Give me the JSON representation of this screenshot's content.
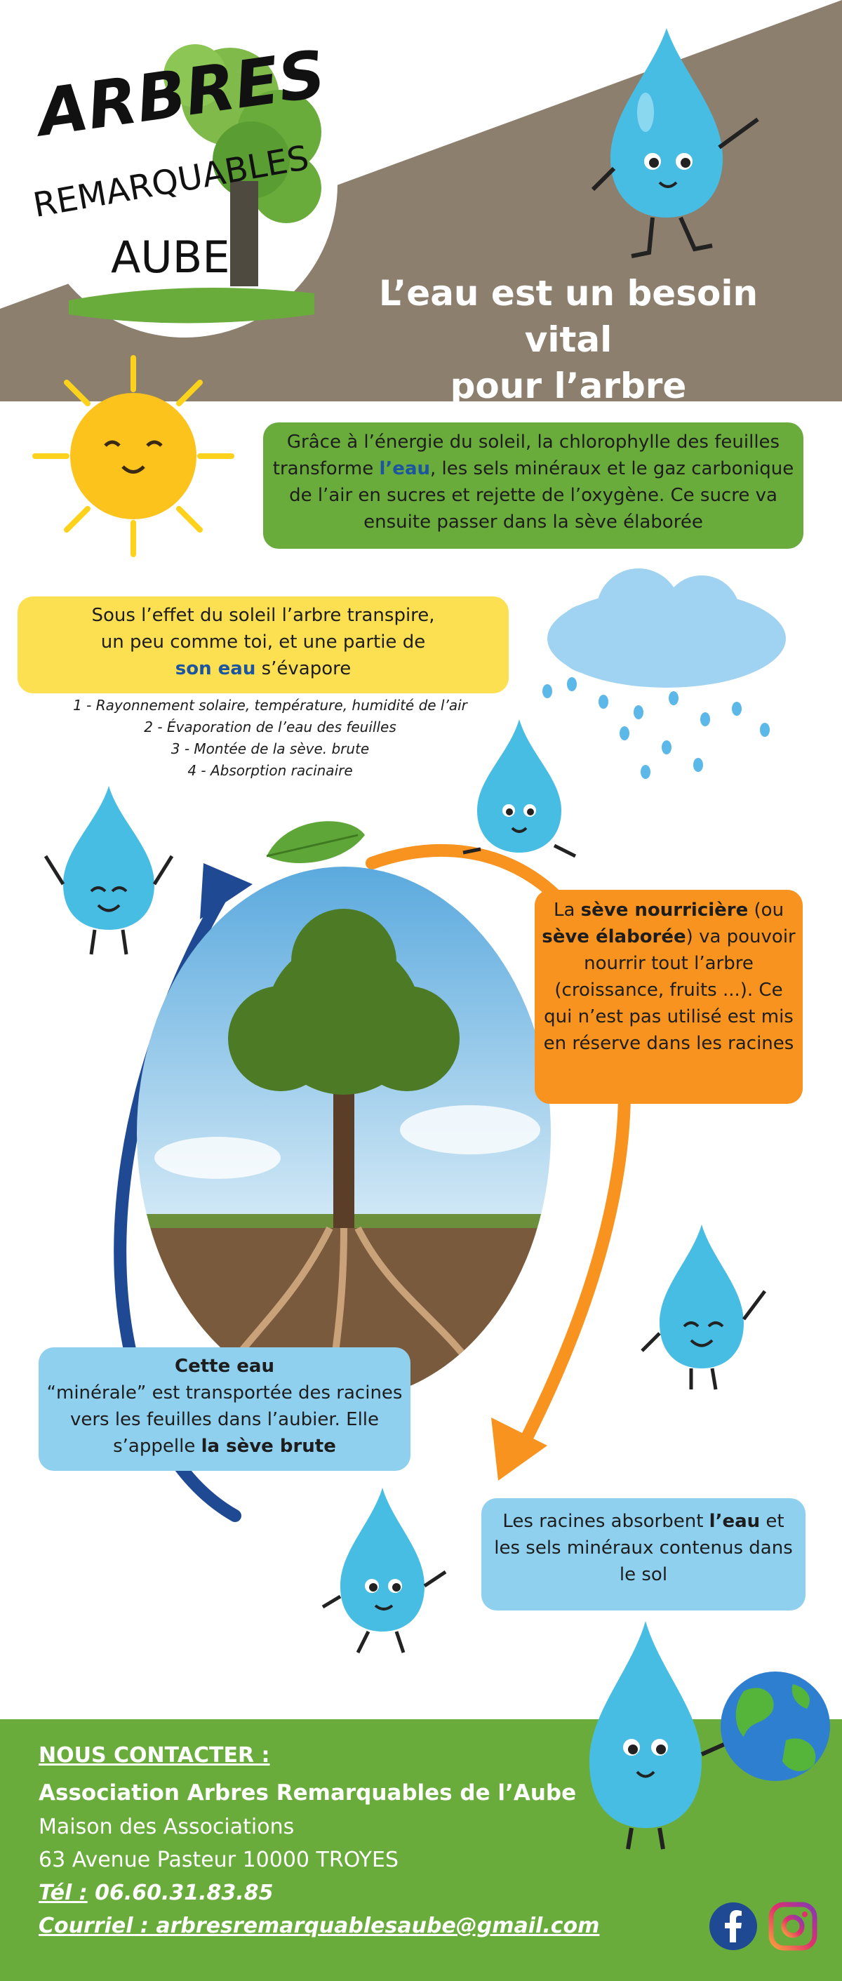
{
  "header": {
    "title_line1": "L’eau est un besoin vital",
    "title_line2": "pour l’arbre"
  },
  "logo": {
    "word1": "ARBRES",
    "word2": "REMARQUABLES",
    "word3": "AUBE"
  },
  "green_box": {
    "part1": "Grâce à l’énergie du soleil, la chlorophylle des feuilles transforme ",
    "highlight": "l’eau",
    "part2": ", les sels minéraux et le gaz carbonique de l’air en sucres et rejette de l’oxygène. Ce sucre va ensuite passer dans la sève élaborée"
  },
  "yellow_box": {
    "line1": "Sous l’effet du soleil l’arbre transpire,",
    "line2": "un peu comme toi, et une partie de",
    "highlight": "son eau",
    "after": " s’évapore"
  },
  "steps": [
    "1 - Rayonnement solaire, température, humidité de l’air",
    "2 - Évaporation de l’eau des feuilles",
    "3 - Montée de la sève. brute",
    "4 - Absorption racinaire"
  ],
  "orange_box": {
    "t1": "La ",
    "b1": "sève nourricière",
    "t2": " (ou ",
    "b2": "sève élaborée",
    "t3": ") va pouvoir nourrir tout l’arbre (croissance, fruits ...). Ce qui n’est pas utilisé est mis en réserve dans les racines"
  },
  "blue_box1": {
    "title": "Cette eau",
    "body": "“minérale” est transportée des racines vers les feuilles dans l’aubier. Elle s’appelle ",
    "bold": "la sève brute"
  },
  "blue_box2": {
    "t1": "Les racines absorbent ",
    "bold": "l’eau",
    "t2": " et les sels minéraux contenus dans le sol"
  },
  "footer": {
    "heading": "NOUS CONTACTER :",
    "association": "Association Arbres Remarquables de l’Aube",
    "address1": "Maison des Associations",
    "address2": "63 Avenue Pasteur 10000 TROYES",
    "tel_label": "Tél :",
    "tel": " 06.60.31.83.85",
    "mail_label": "Courriel :",
    "mail": " arbresremarquablesaube@gmail.com"
  },
  "colors": {
    "header_brown": "#8c7f6e",
    "green": "#6aac3c",
    "yellow": "#fde052",
    "orange": "#f7931e",
    "light_blue": "#8fd0ef",
    "dark_blue_arrow": "#1f4a93",
    "drop_blue": "#48bde3"
  },
  "icons": {
    "facebook": "facebook-icon",
    "instagram": "instagram-icon"
  }
}
